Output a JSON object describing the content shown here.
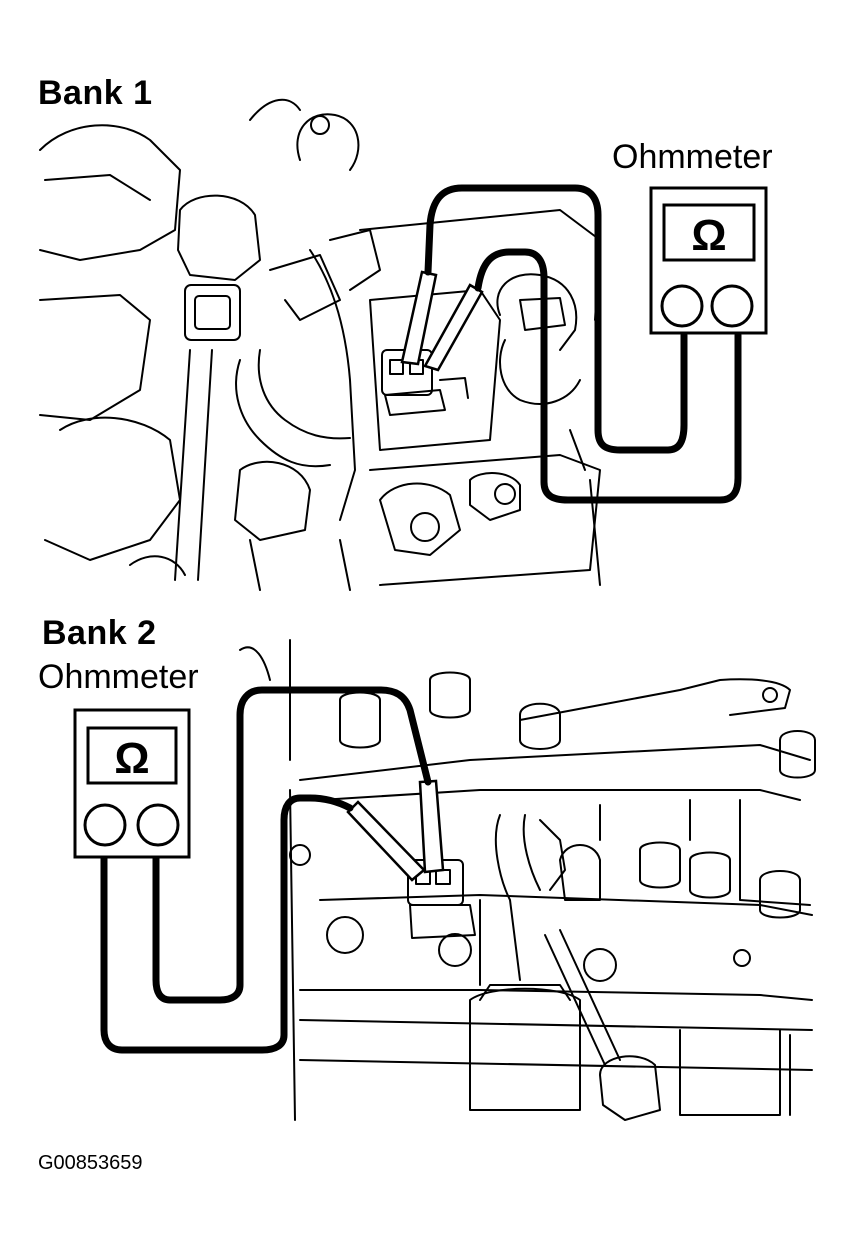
{
  "panels": [
    {
      "title": "Bank 1",
      "meter_label": "Ohmmeter",
      "meter_symbol": "Ω"
    },
    {
      "title": "Bank 2",
      "meter_label": "Ohmmeter",
      "meter_symbol": "Ω"
    }
  ],
  "figure_id": "G00853659",
  "colors": {
    "ink": "#000000",
    "paper": "#ffffff"
  }
}
